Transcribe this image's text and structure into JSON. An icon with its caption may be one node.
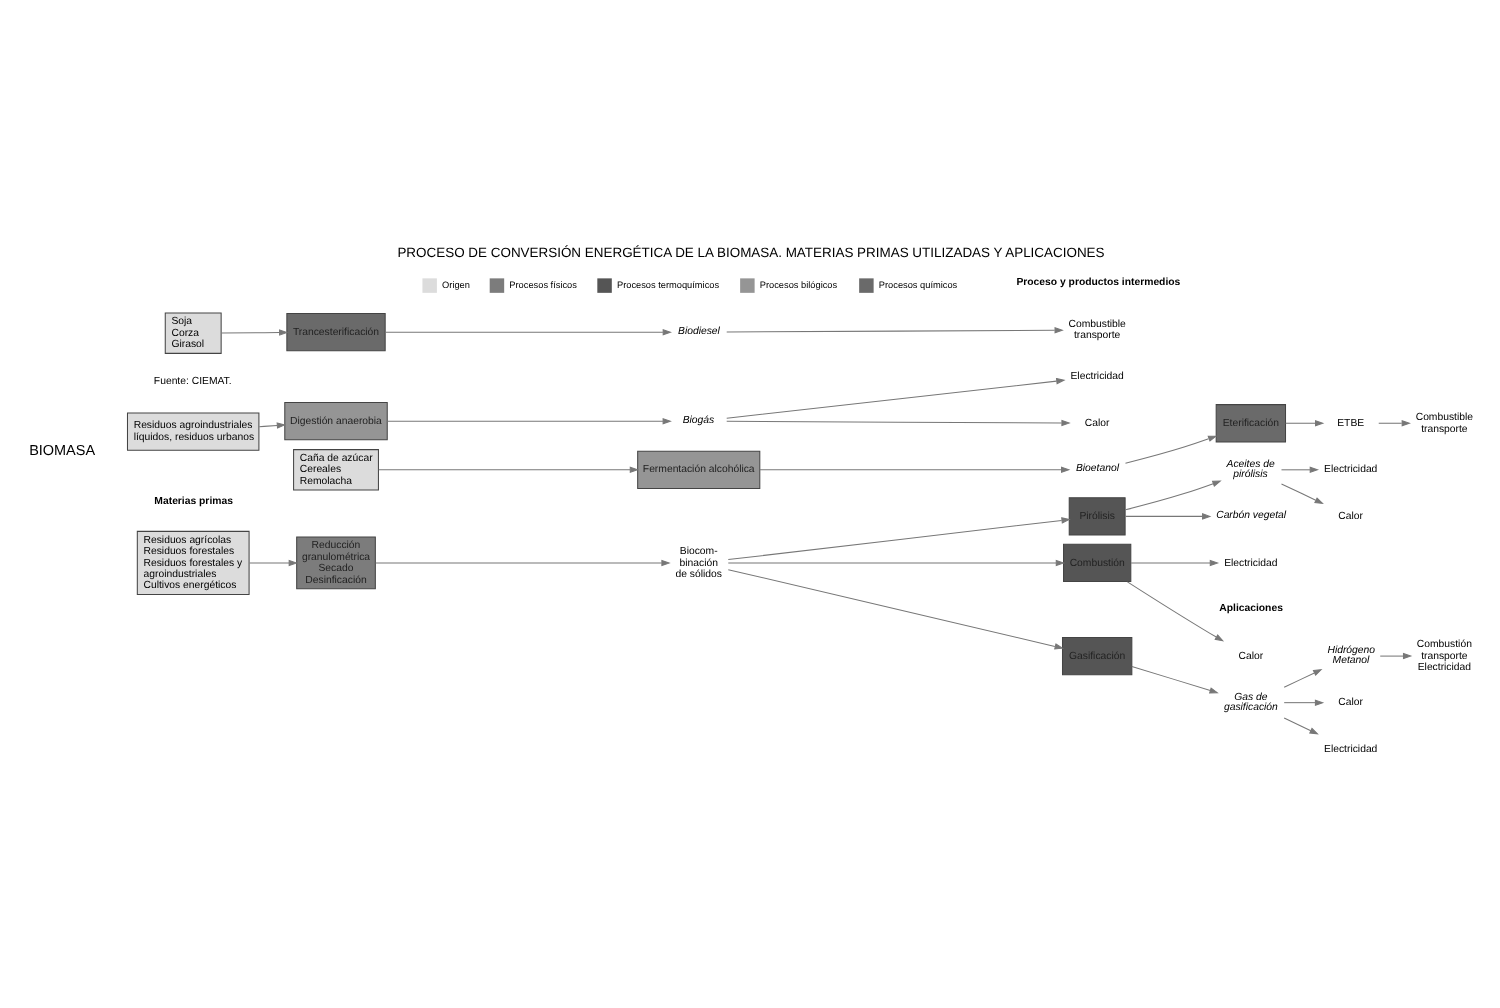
{
  "diagram": {
    "title": "PROCESO DE CONVERSIÓN ENERGÉTICA DE LA BIOMASA. MATERIAS PRIMAS UTILIZADAS Y APLICACIONES",
    "nodes": [
      {
        "text": [
          "Residuos agrícolas Residuos forestales Residuos forestales y agroindustriales Cultivos energéticos"
        ]
      },
      {
        "text": [
          "Reducción granulométrica Secado Desinficación"
        ]
      },
      {
        "text": [
          "Biocom- binación de sólidos"
        ]
      },
      {
        "text": [
          "Combustión"
        ]
      },
      {
        "text": [
          "Gasificación"
        ]
      },
      {
        "text": [
          "Pirólisis"
        ]
      },
      {
        "text": [
          "Gas de gasificación"
        ]
      },
      {
        "text": [
          "Hidrógeno Metanol"
        ]
      },
      {
        "text": [
          "Aceites de pirólisis"
        ]
      },
      {
        "text": [
          "Carbón vegetal"
        ]
      },
      {
        "text": [
          "Calor"
        ]
      },
      {
        "text": [
          "Electricidad"
        ]
      },
      {
        "text": [
          "Calor"
        ]
      },
      {
        "text": [
          "Electricidad"
        ]
      },
      {
        "text": [
          "Combustión transporte Electricidad"
        ]
      },
      {
        "text": [
          "Calor"
        ]
      },
      {
        "text": [
          "Electricidad"
        ]
      },
      {
        "text": [
          "Residuos agroindustriales líquidos, residuos urbanos"
        ]
      },
      {
        "text": [
          "Digestión anaerobia"
        ]
      },
      {
        "text": [
          "Biogás"
        ]
      },
      {
        "text": [
          "Calor"
        ]
      },
      {
        "text": [
          "Electricidad"
        ]
      },
      {
        "text": [
          "Caña de azúcar Cereales Remolacha"
        ]
      },
      {
        "text": [
          "Fermentación alcohólica"
        ]
      },
      {
        "text": [
          "Bioetanol"
        ]
      },
      {
        "text": [
          "Eterificación"
        ]
      },
      {
        "text": [
          "ETBE"
        ]
      },
      {
        "text": [
          "Combustible transporte"
        ]
      },
      {
        "text": [
          "Soja Corza Girasol"
        ]
      },
      {
        "text": [
          "Trancesterificación"
        ]
      },
      {
        "text": [
          "Biodiesel"
        ]
      },
      {
        "text": [
          "Combustible transporte"
        ]
      }
    ],
    "edges": [
      {
        "from": 0,
        "to": 1,
        "arrow": "to"
      },
      {
        "from": 1,
        "to": 2,
        "arrow": "to"
      },
      {
        "from": 2,
        "to": 3,
        "arrow": "to"
      },
      {
        "from": 2,
        "to": 4,
        "arrow": "to"
      },
      {
        "from": 2,
        "to": 5,
        "arrow": "to"
      },
      {
        "from": 3,
        "to": 10,
        "arrow": "to"
      },
      {
        "from": 3,
        "to": 11,
        "arrow": "to"
      },
      {
        "from": 4,
        "to": 6,
        "arrow": "to"
      },
      {
        "from": 6,
        "to": 12,
        "arrow": "to"
      },
      {
        "from": 6,
        "to": 13,
        "arrow": "to"
      },
      {
        "from": 6,
        "to": 7,
        "arrow": "to"
      },
      {
        "from": 7,
        "to": 14,
        "arrow": "to"
      },
      {
        "from": 5,
        "to": 8,
        "arrow": "to"
      },
      {
        "from": 5,
        "to": 9,
        "arrow": "to"
      },
      {
        "from": 8,
        "to": 15,
        "arrow": "to"
      },
      {
        "from": 8,
        "to": 16,
        "arrow": "to"
      },
      {
        "from": 17,
        "to": 18,
        "arrow": "to"
      },
      {
        "from": 18,
        "to": 19,
        "arrow": "to"
      },
      {
        "from": 19,
        "to": 20,
        "arrow": "to"
      },
      {
        "from": 19,
        "to": 21,
        "arrow": "to"
      },
      {
        "from": 22,
        "to": 23,
        "arrow": "to"
      },
      {
        "from": 23,
        "to": 24,
        "arrow": "to"
      },
      {
        "from": 24,
        "to": 25,
        "arrow": "to"
      },
      {
        "from": 25,
        "to": 26,
        "arrow": "to"
      },
      {
        "from": 26,
        "to": 27,
        "arrow": "to"
      },
      {
        "from": 28,
        "to": 29,
        "arrow": "to"
      },
      {
        "from": 29,
        "to": 30,
        "arrow": "to"
      },
      {
        "from": 30,
        "to": 31,
        "arrow": "to"
      }
    ],
    "labels": [
      "Materias primas",
      "Proceso y productos intermedios",
      "Aplicaciones",
      "BIOMASA",
      "Fuente: CIEMAT."
    ],
    "legend": [
      {
        "text": "Origen",
        "color": "#dcdcdc"
      },
      {
        "text": "Procesos físicos",
        "color": "#7c7c7c"
      },
      {
        "text": "Procesos termoquímicos",
        "color": "#555555"
      },
      {
        "text": "Procesos bilógicos",
        "color": "#959595"
      },
      {
        "text": "Procesos químicos",
        "color": "#6a6a6a"
      }
    ]
  }
}
